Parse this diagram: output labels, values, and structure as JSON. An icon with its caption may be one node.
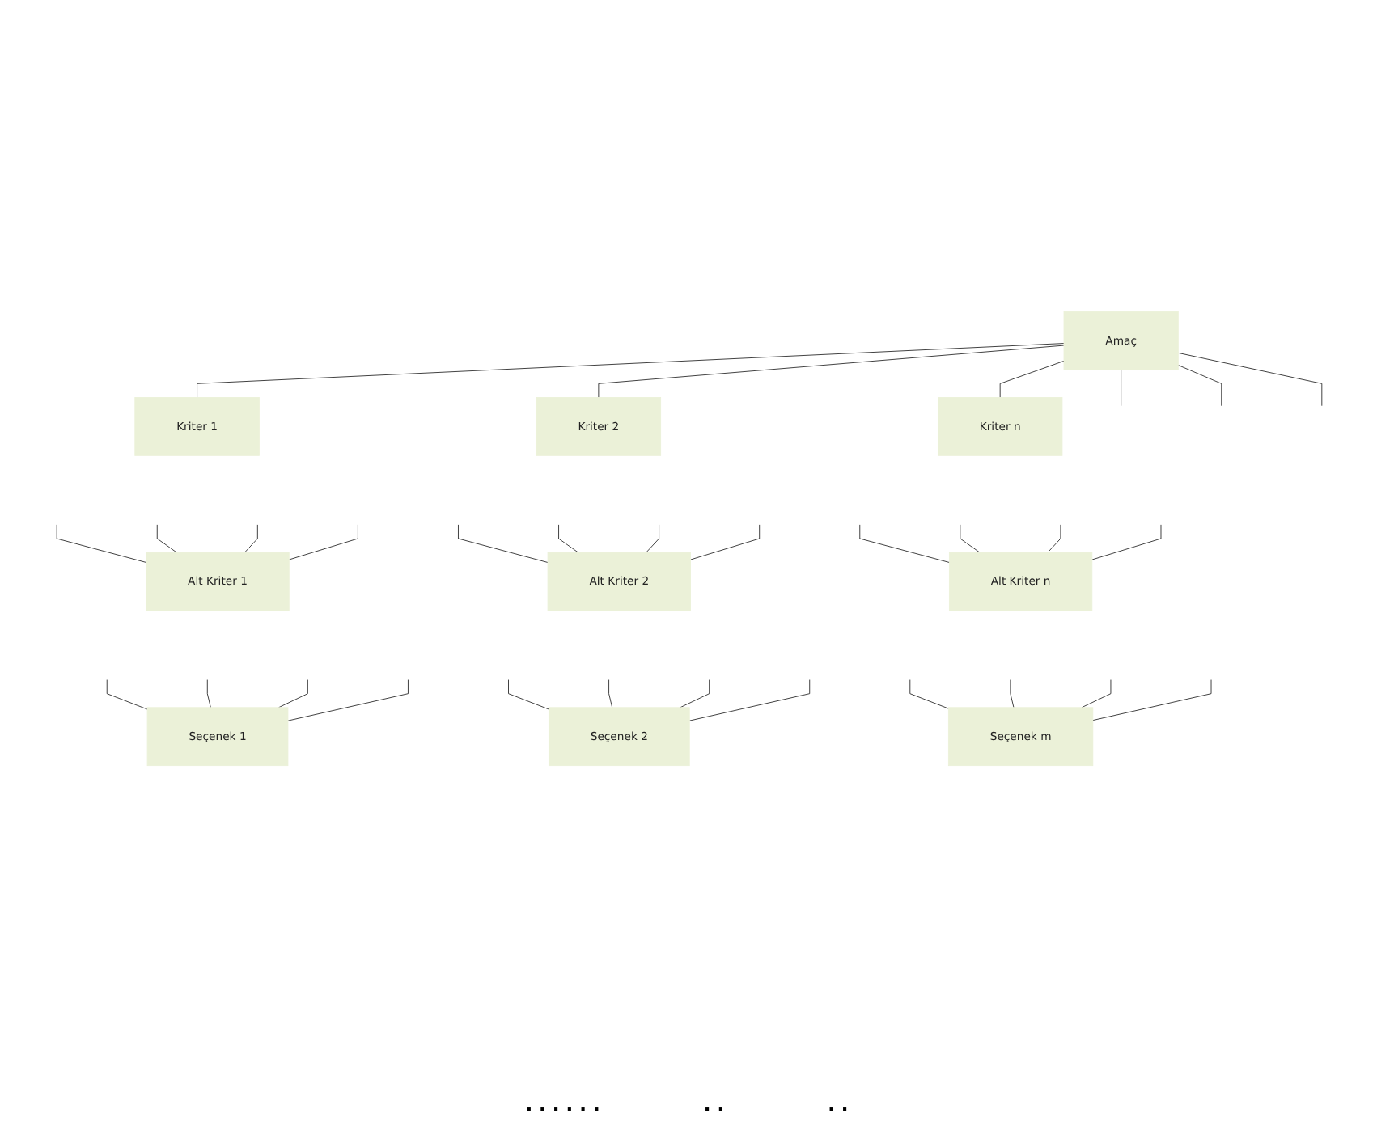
{
  "diagram": {
    "nodes": [
      {
        "text": [
          "Amaç"
        ]
      },
      {
        "text": [
          "Kriter 1"
        ]
      },
      {
        "text": [
          "Kriter 2"
        ]
      },
      {
        "text": [
          "Kriter n"
        ]
      },
      {
        "text": [
          "Alt Kriter 1"
        ]
      },
      {
        "text": [
          "Alt Kriter 2"
        ]
      },
      {
        "text": [
          "Alt Kriter n"
        ]
      },
      {
        "text": [
          "Seçenek 1"
        ]
      },
      {
        "text": [
          "Seçenek 2"
        ]
      },
      {
        "text": [
          "Seçenek m"
        ]
      }
    ],
    "edges": [
      {
        "from": 0,
        "to": 1,
        "arrow": "none"
      },
      {
        "from": 0,
        "to": 2,
        "arrow": "none"
      },
      {
        "from": 0,
        "to": null,
        "arrow": "none"
      },
      {
        "from": 0,
        "to": null,
        "arrow": "none"
      },
      {
        "from": 0,
        "to": null,
        "arrow": "none"
      },
      {
        "from": 0,
        "to": 3,
        "arrow": "none"
      },
      {
        "from": null,
        "to": 4,
        "arrow": "none"
      },
      {
        "from": null,
        "to": 4,
        "arrow": "none"
      },
      {
        "from": null,
        "to": 4,
        "arrow": "none"
      },
      {
        "from": null,
        "to": 4,
        "arrow": "none"
      },
      {
        "from": null,
        "to": 5,
        "arrow": "none"
      },
      {
        "from": null,
        "to": 5,
        "arrow": "none"
      },
      {
        "from": null,
        "to": 5,
        "arrow": "none"
      },
      {
        "from": null,
        "to": 5,
        "arrow": "none"
      },
      {
        "from": null,
        "to": 6,
        "arrow": "none"
      },
      {
        "from": null,
        "to": 6,
        "arrow": "none"
      },
      {
        "from": null,
        "to": 6,
        "arrow": "none"
      },
      {
        "from": null,
        "to": 6,
        "arrow": "none"
      },
      {
        "from": null,
        "to": 7,
        "arrow": "none"
      },
      {
        "from": null,
        "to": 7,
        "arrow": "none"
      },
      {
        "from": null,
        "to": 7,
        "arrow": "none"
      },
      {
        "from": null,
        "to": 7,
        "arrow": "none"
      },
      {
        "from": null,
        "to": 8,
        "arrow": "none"
      },
      {
        "from": null,
        "to": 8,
        "arrow": "none"
      },
      {
        "from": null,
        "to": 8,
        "arrow": "none"
      },
      {
        "from": null,
        "to": 8,
        "arrow": "none"
      },
      {
        "from": null,
        "to": 9,
        "arrow": "none"
      },
      {
        "from": null,
        "to": 9,
        "arrow": "none"
      },
      {
        "from": null,
        "to": 9,
        "arrow": "none"
      },
      {
        "from": null,
        "to": 9,
        "arrow": "none"
      }
    ],
    "labels": [
      "......",
      "..",
      ".."
    ]
  }
}
